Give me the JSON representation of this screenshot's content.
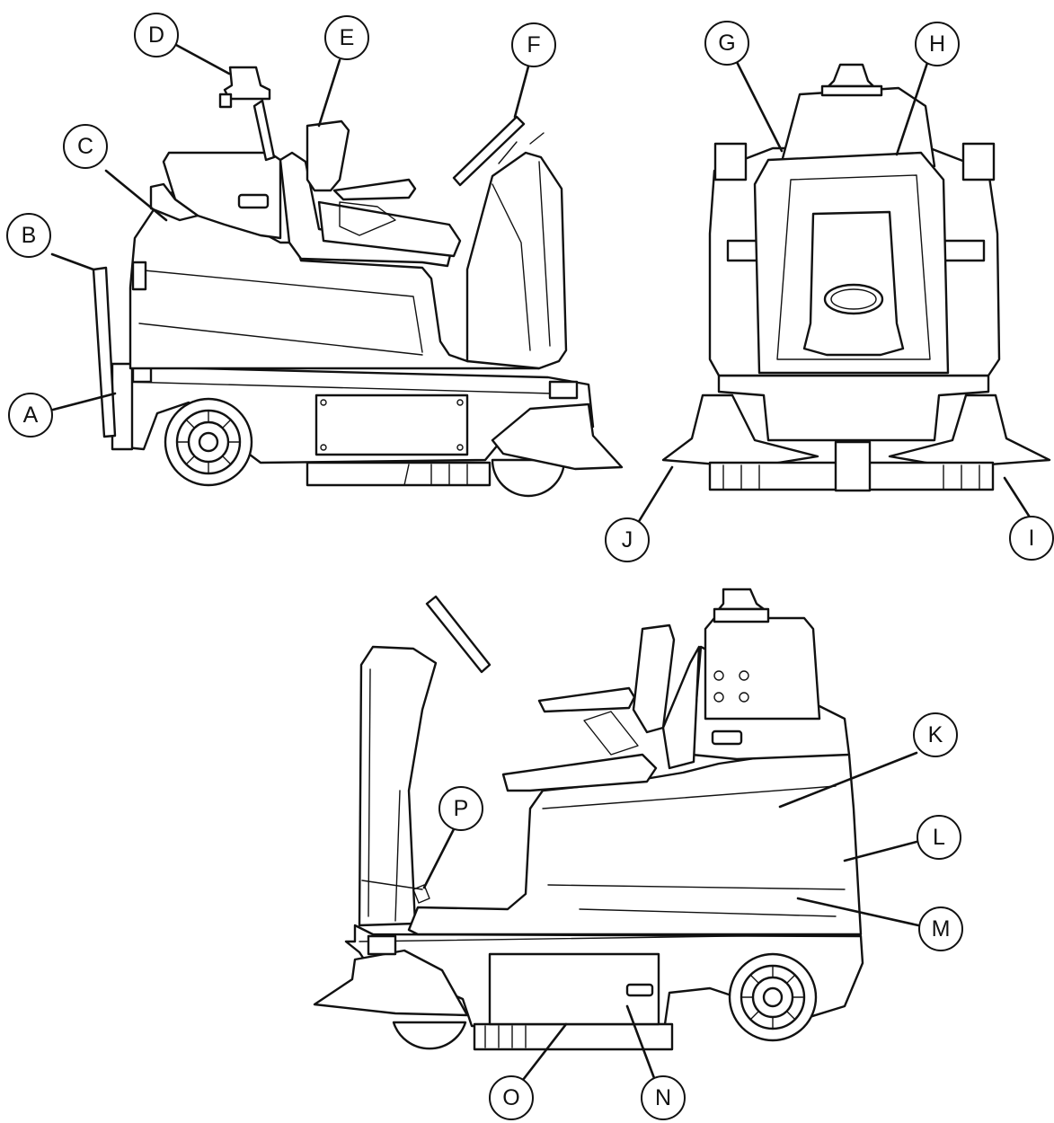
{
  "callouts": [
    {
      "id": "A",
      "label": "A"
    },
    {
      "id": "B",
      "label": "B"
    },
    {
      "id": "C",
      "label": "C"
    },
    {
      "id": "D",
      "label": "D"
    },
    {
      "id": "E",
      "label": "E"
    },
    {
      "id": "F",
      "label": "F"
    },
    {
      "id": "G",
      "label": "G"
    },
    {
      "id": "H",
      "label": "H"
    },
    {
      "id": "I",
      "label": "I"
    },
    {
      "id": "J",
      "label": "J"
    },
    {
      "id": "K",
      "label": "K"
    },
    {
      "id": "L",
      "label": "L"
    },
    {
      "id": "M",
      "label": "M"
    },
    {
      "id": "N",
      "label": "N"
    },
    {
      "id": "O",
      "label": "O"
    },
    {
      "id": "P",
      "label": "P"
    }
  ]
}
